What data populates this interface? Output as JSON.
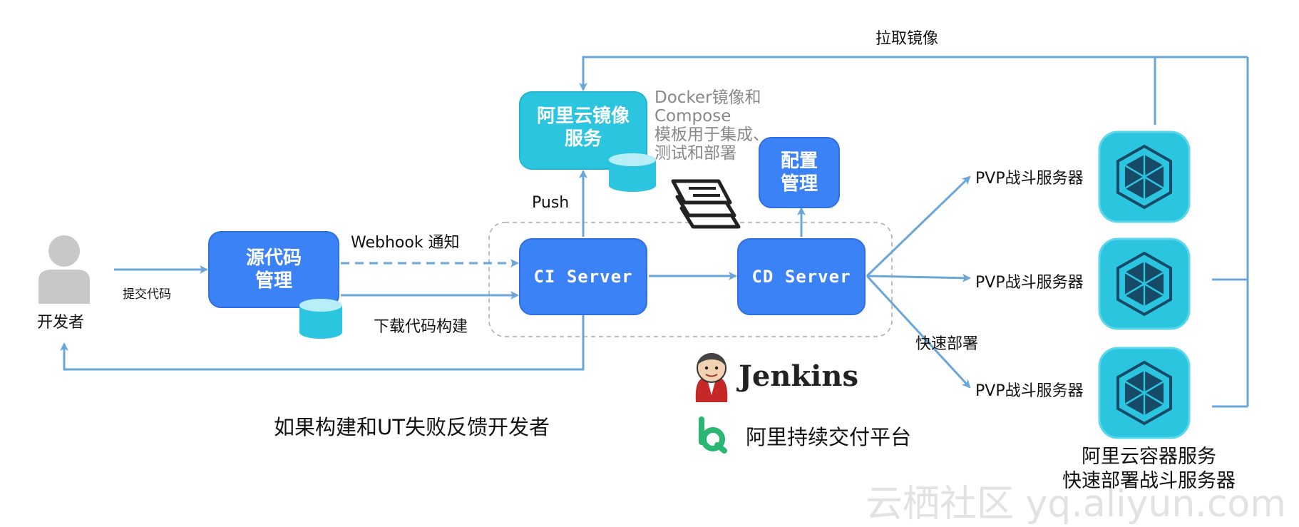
{
  "nodes": {
    "developer": "开发者",
    "source_code": [
      "源代码",
      "管理"
    ],
    "registry": [
      "阿里云镜像",
      "服务"
    ],
    "config": [
      "配置",
      "管理"
    ],
    "ci_server": "CI Server",
    "cd_server": "CD Server"
  },
  "labels": {
    "pull_image": "拉取镜像",
    "docker_note": [
      "Docker镜像和",
      "Compose",
      "模板用于集成、",
      "测试和部署"
    ],
    "push": "Push",
    "webhook": "Webhook 通知",
    "commit": "提交代码",
    "download_build": "下载代码构建",
    "fast_deploy": "快速部署",
    "feedback": "如果构建和UT失败反馈开发者",
    "jenkins": "Jenkins",
    "aliyun_cd": "阿里持续交付平台",
    "container_service": [
      "阿里云容器服务",
      "快速部署战斗服务器"
    ]
  },
  "servers": [
    "PVP战斗服务器",
    "PVP战斗服务器",
    "PVP战斗服务器"
  ],
  "watermark": "云栖社区 yq.aliyun.com",
  "colors": {
    "arrow": "#6aa6d8",
    "blue_box": "#3b82f6",
    "cyan_box": "#2cc5e0",
    "dashed_region": "#aaaaaa"
  }
}
